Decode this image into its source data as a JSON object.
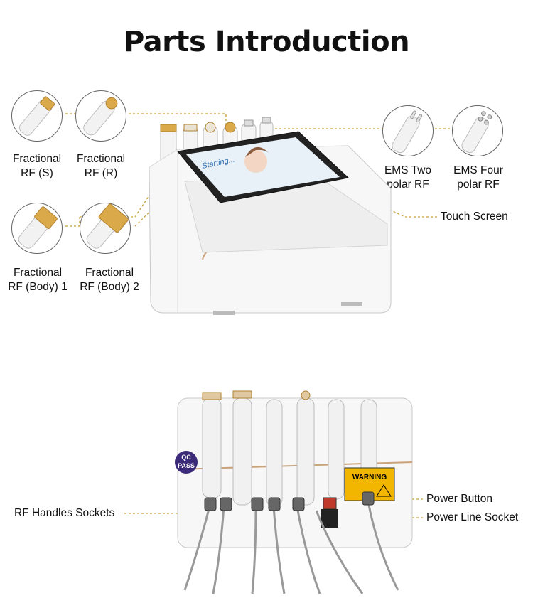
{
  "title": "Parts Introduction",
  "labels": {
    "fractional_s": [
      "Fractional",
      "RF (S)"
    ],
    "fractional_r": [
      "Fractional",
      "RF (R)"
    ],
    "fractional_body1": [
      "Fractional",
      "RF (Body) 1"
    ],
    "fractional_body2": [
      "Fractional",
      "RF (Body) 2"
    ],
    "ems_two": [
      "EMS Two",
      "polar RF"
    ],
    "ems_four": [
      "EMS Four",
      "polar RF"
    ],
    "touch_screen": "Touch Screen",
    "rf_handles_sockets": "RF Handles Sockets",
    "power_button": "Power Button",
    "power_line_socket": "Power Line Socket"
  },
  "device": {
    "screen_text": "Starting...",
    "qc_badge": [
      "QC",
      "PASS"
    ],
    "warning_text": "WARNING"
  },
  "colors": {
    "leader_line": "#c9a23a",
    "gold_tip": "#d9a94a",
    "qc_badge": "#3b2a7a",
    "warning_label": "#f2b600",
    "accent_stripe": "#c9a27a"
  }
}
